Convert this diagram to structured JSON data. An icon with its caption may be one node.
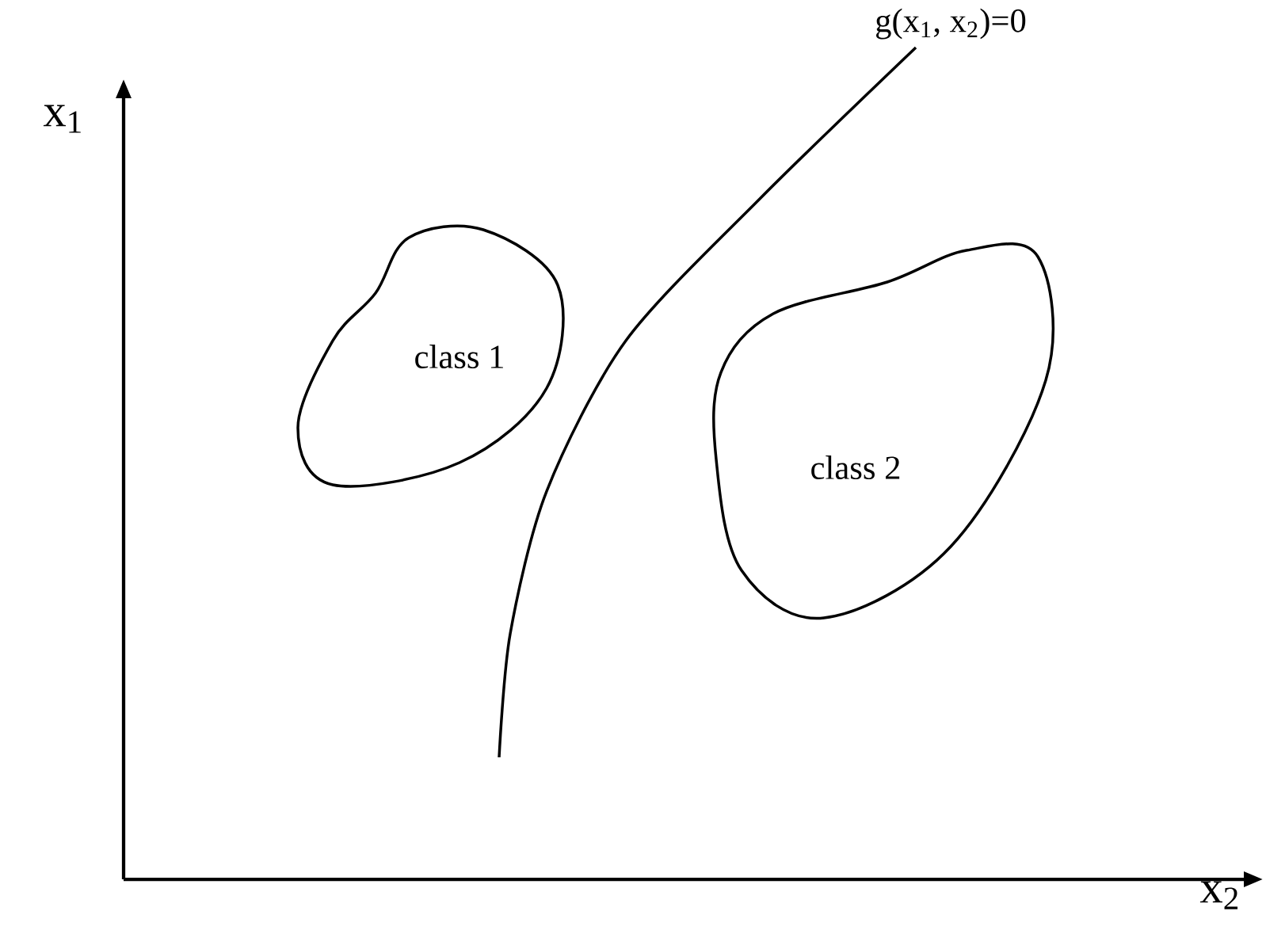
{
  "diagram": {
    "nodes": [
      {
        "text": [
          "class 1"
        ]
      },
      {
        "text": [
          "class 2"
        ]
      }
    ],
    "edges": [],
    "labels": [
      "g(x$_{1}$, x$_{2}$)=0",
      "x$_{1}$",
      "x$_{2}$"
    ]
  }
}
